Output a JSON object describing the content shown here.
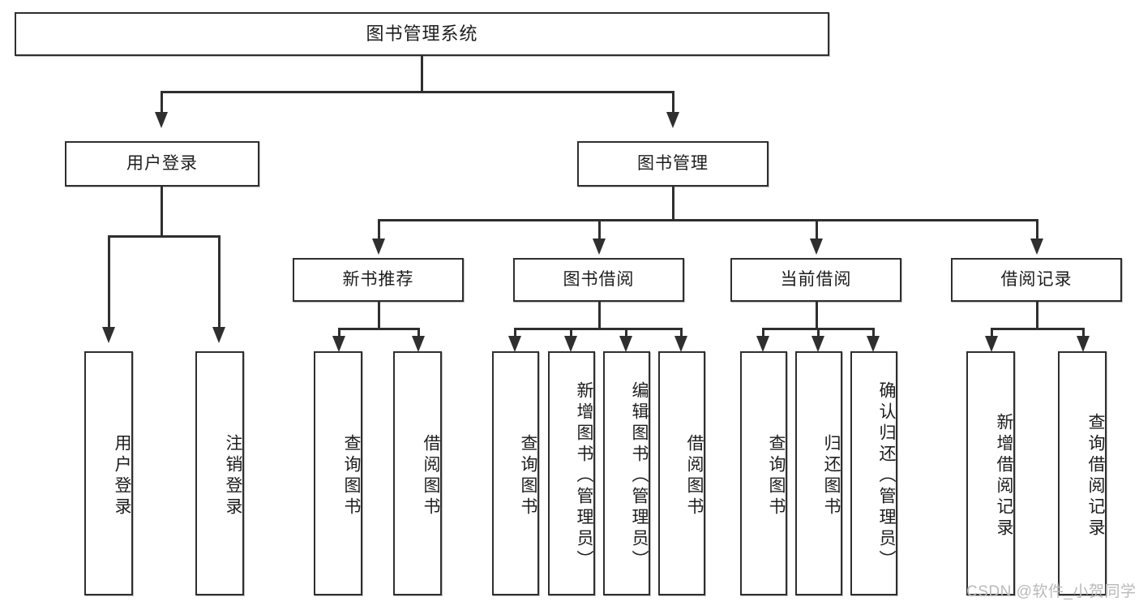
{
  "diagram": {
    "title_node": {
      "label": "图书管理系统"
    },
    "level2": [
      {
        "id": "user-login",
        "label": "用户登录"
      },
      {
        "id": "book-manage",
        "label": "图书管理"
      }
    ],
    "level3": [
      {
        "id": "new-book-recommend",
        "label": "新书推荐"
      },
      {
        "id": "book-borrow",
        "label": "图书借阅"
      },
      {
        "id": "current-borrow",
        "label": "当前借阅"
      },
      {
        "id": "borrow-record",
        "label": "借阅记录"
      }
    ],
    "leaves": {
      "user_login": [
        {
          "id": "leaf-user-login",
          "label": "用户登录"
        },
        {
          "id": "leaf-logout-login",
          "label": "注销登录"
        }
      ],
      "new_book_recommend": [
        {
          "id": "leaf-query-book-1",
          "label": "查询图书"
        },
        {
          "id": "leaf-borrow-book-1",
          "label": "借阅图书"
        }
      ],
      "book_borrow": [
        {
          "id": "leaf-query-book-2",
          "label": "查询图书"
        },
        {
          "id": "leaf-add-book",
          "label": "新增图书（管理员）"
        },
        {
          "id": "leaf-edit-book",
          "label": "编辑图书（管理员）"
        },
        {
          "id": "leaf-borrow-book-2",
          "label": "借阅图书"
        }
      ],
      "current_borrow": [
        {
          "id": "leaf-query-book-3",
          "label": "查询图书"
        },
        {
          "id": "leaf-return-book",
          "label": "归还图书"
        },
        {
          "id": "leaf-confirm-return",
          "label": "确认归还（管理员）"
        }
      ],
      "borrow_record": [
        {
          "id": "leaf-add-record",
          "label": "新增借阅记录"
        },
        {
          "id": "leaf-query-record",
          "label": "查询借阅记录"
        }
      ]
    }
  },
  "watermark": {
    "text": "CSDN @软件_小贺同学"
  },
  "colors": {
    "line": "#2f2f2f",
    "box_border": "#2f2f2f",
    "box_fill": "#ffffff",
    "text": "#1d1d1d",
    "watermark": "#b9b9b9",
    "background": "#ffffff"
  }
}
